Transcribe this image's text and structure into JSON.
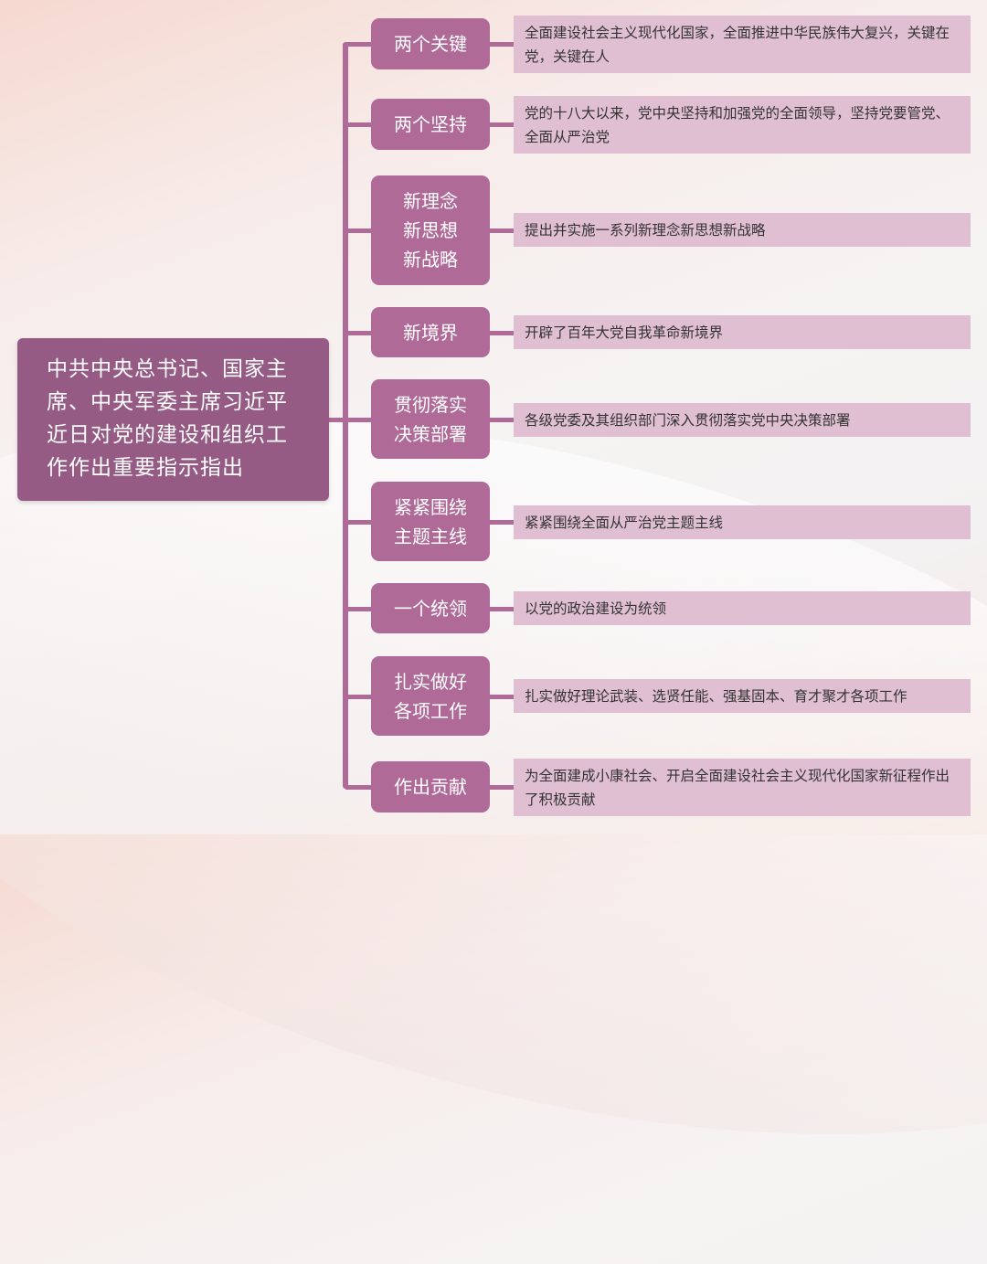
{
  "root": {
    "title": "中共中央总书记、国家主席、中央军委主席习近平近日对党的建设和组织工作作出重要指示指出"
  },
  "branches": [
    {
      "label": "两个关键",
      "detail": "全面建设社会主义现代化国家，全面推进中华民族伟大复兴，关键在党，关键在人"
    },
    {
      "label": "两个坚持",
      "detail": "党的十八大以来，党中央坚持和加强党的全面领导，坚持党要管党、全面从严治党"
    },
    {
      "label": "新理念\n新思想\n新战略",
      "detail": "提出并实施一系列新理念新思想新战略"
    },
    {
      "label": "新境界",
      "detail": "开辟了百年大党自我革命新境界"
    },
    {
      "label": "贯彻落实\n决策部署",
      "detail": "各级党委及其组织部门深入贯彻落实党中央决策部署"
    },
    {
      "label": "紧紧围绕\n主题主线",
      "detail": "紧紧围绕全面从严治党主题主线"
    },
    {
      "label": "一个统领",
      "detail": "以党的政治建设为统领"
    },
    {
      "label": "扎实做好\n各项工作",
      "detail": "扎实做好理论武装、选贤任能、强基固本、育才聚才各项工作"
    },
    {
      "label": "作出贡献",
      "detail": "为全面建成小康社会、开启全面建设社会主义现代化国家新征程作出了积极贡献"
    }
  ],
  "colors": {
    "node": "#b06a98",
    "root": "#955b84",
    "detail": "#e0bfd3"
  }
}
